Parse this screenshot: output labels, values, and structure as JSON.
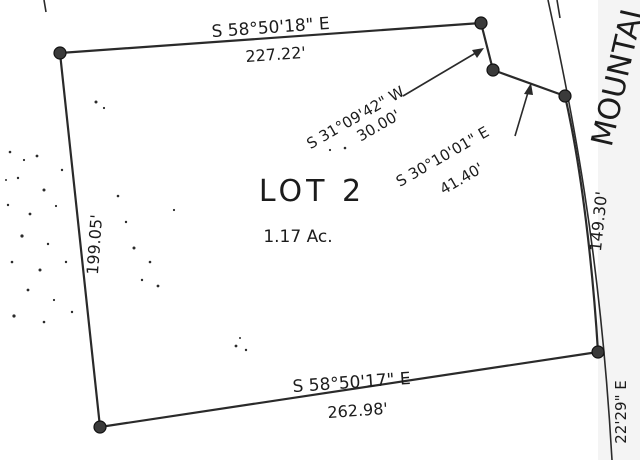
{
  "lot": {
    "name": "LOT 2",
    "area": "1.17 Ac."
  },
  "calls": {
    "north_bearing": "S 58°50'18\" E",
    "north_distance": "227.22'",
    "south_bearing": "S 58°50'17\" E",
    "south_distance": "262.98'",
    "west_distance": "199.05'",
    "east_distance": "149.30'",
    "jog1_bearing": "S 31°09'42\" W",
    "jog1_distance": "30.00'",
    "jog2_bearing": "S 30°10'01\" E",
    "jog2_distance": "41.40'",
    "edge_partial": "22'29\" E"
  },
  "road": {
    "label_fragment": "MOUNTAI"
  },
  "colors": {
    "ink": "#1c1c1c",
    "paper": "#ffffff"
  }
}
